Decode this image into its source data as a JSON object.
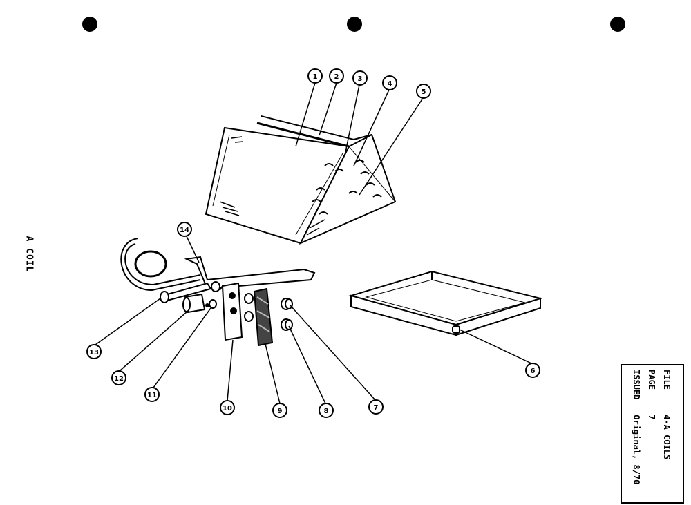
{
  "diagram": {
    "side_title": "A COIL",
    "info": {
      "file_label": "FILE",
      "file_value": "4-A COILS",
      "page_label": "PAGE",
      "page_value": "7",
      "issued_label": "ISSUED",
      "issued_value": "Original, 8/70"
    },
    "callouts": [
      {
        "id": "1",
        "label": "1"
      },
      {
        "id": "2",
        "label": "2"
      },
      {
        "id": "3",
        "label": "3"
      },
      {
        "id": "4",
        "label": "4"
      },
      {
        "id": "5",
        "label": "5"
      },
      {
        "id": "6",
        "label": "6"
      },
      {
        "id": "7",
        "label": "7"
      },
      {
        "id": "8",
        "label": "8"
      },
      {
        "id": "9",
        "label": "9"
      },
      {
        "id": "10",
        "label": "10"
      },
      {
        "id": "11",
        "label": "11"
      },
      {
        "id": "12",
        "label": "12"
      },
      {
        "id": "13",
        "label": "13"
      },
      {
        "id": "14",
        "label": "14"
      }
    ]
  }
}
